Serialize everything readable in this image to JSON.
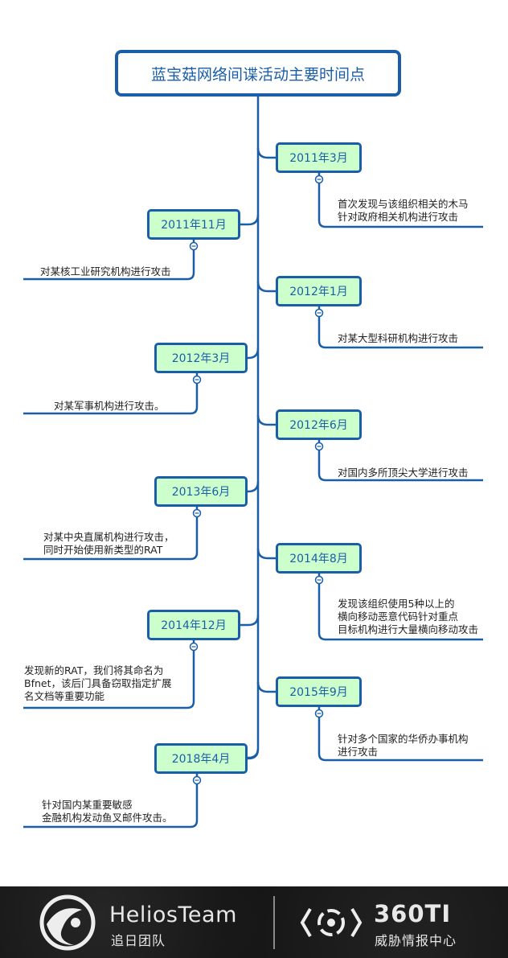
{
  "title": "蓝宝菇网络间谍活动主要时间点",
  "events": [
    {
      "date": "2011年3月",
      "text": "首次发现与该组织相关的木马\n针对政府相关机构进行攻击"
    },
    {
      "date": "2011年11月",
      "text": "对某核工业研究机构进行攻击"
    },
    {
      "date": "2012年1月",
      "text": "对某大型科研机构进行攻击"
    },
    {
      "date": "2012年3月",
      "text": "对某军事机构进行攻击。"
    },
    {
      "date": "2012年6月",
      "text": "对国内多所顶尖大学进行攻击"
    },
    {
      "date": "2013年6月",
      "text": "对某中央直属机构进行攻击，\n同时开始使用新类型的RAT"
    },
    {
      "date": "2014年8月",
      "text": "发现该组织使用5种以上的\n横向移动恶意代码针对重点\n目标机构进行大量横向移动攻击"
    },
    {
      "date": "2014年12月",
      "text": "发现新的RAT，我们将其命名为\nBfnet，该后门具备窃取指定扩展\n名文档等重要功能"
    },
    {
      "date": "2015年9月",
      "text": "针对多个国家的华侨办事机构\n进行攻击"
    },
    {
      "date": "2018年4月",
      "text": "针对国内某重要敏感\n金融机构发动鱼叉邮件攻击。"
    }
  ],
  "footer": {
    "helios_name": "HeliosTeam",
    "helios_cn": "追日团队",
    "brand_name": "360TI",
    "brand_cn": "威胁情报中心"
  },
  "colors": {
    "line": "#1a5ea8",
    "box_fill": "#ccffcc",
    "footer_bg": "#141414"
  }
}
